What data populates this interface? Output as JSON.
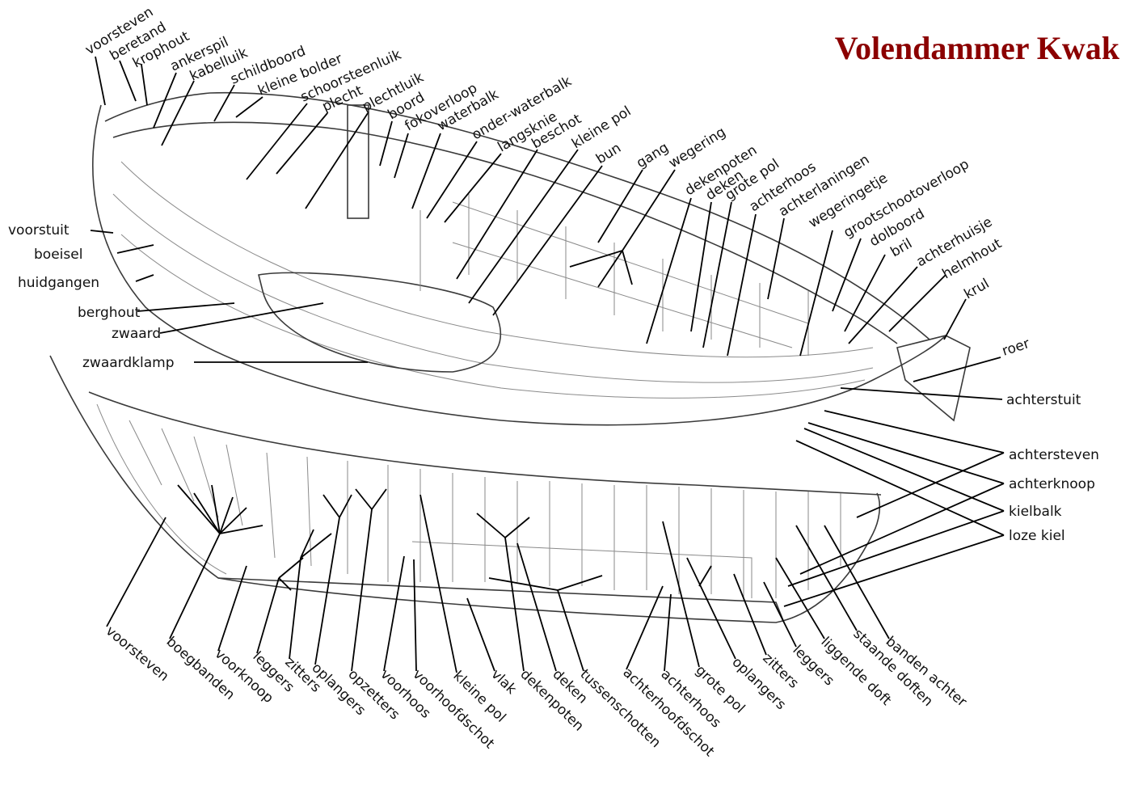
{
  "title": "Volendammer Kwak",
  "colors": {
    "title": "#8b0000",
    "leader": "#000000",
    "hull": "#3a3a3a"
  },
  "labels": {
    "voorsteven_top": "voorsteven",
    "beretand": "beretand",
    "krophout": "krophout",
    "ankerspil": "ankerspil",
    "kabelluik": "kabelluik",
    "schildboord": "schildboord",
    "kleine_bolder": "kleine bolder",
    "schoorsteenluik": "schoorsteenluik",
    "plecht": "plecht",
    "plechtluik": "plechtluik",
    "boord": "boord",
    "fokoverloop": "fokoverloop",
    "waterbalk": "waterbalk",
    "onder_waterbalk": "onder-waterbalk",
    "langsknie": "langsknie",
    "beschot": "beschot",
    "kleine_pol_top": "kleine pol",
    "bun": "bun",
    "gang": "gang",
    "wegering": "wegering",
    "dekenpoten_top": "dekenpoten",
    "deken_top": "deken",
    "grote_pol_top": "grote pol",
    "achterhoos_top": "achterhoos",
    "achterlaningen": "achterlaningen",
    "wegeringetje": "wegeringetje",
    "grootschootoverloop": "grootschootoverloop",
    "dolboord": "dolboord",
    "bril": "bril",
    "achterhuisje": "achterhuisje",
    "helmhout": "helmhout",
    "krul": "krul",
    "voorstuit": "voorstuit",
    "boeisel": "boeisel",
    "huidgangen": "huidgangen",
    "berghout": "berghout",
    "zwaard": "zwaard",
    "zwaardklamp": "zwaardklamp",
    "roer": "roer",
    "achterstuit": "achterstuit",
    "achtersteven": "achtersteven",
    "achterknoop": "achterknoop",
    "kielbalk": "kielbalk",
    "loze_kiel": "loze kiel",
    "voorsteven_bottom": "voorsteven",
    "boegbanden": "boegbanden",
    "voorknoop": "voorknoop",
    "leggers_left": "leggers",
    "zitters_left": "zitters",
    "oplangers_left": "oplangers",
    "opzetters": "opzetters",
    "voorhoos": "voorhoos",
    "voorhoofdschot": "voorhoofdschot",
    "kleine_pol_bottom": "kleine pol",
    "vlak": "vlak",
    "dekenpoten_bottom": "dekenpoten",
    "deken_bottom": "deken",
    "tussenschotten": "tussenschotten",
    "achterhoofdschot": "achterhoofdschot",
    "achterhoos_bottom": "achterhoos",
    "grote_pol_bottom": "grote pol",
    "oplangers_right": "oplangers",
    "zitters_right": "zitters",
    "leggers_right": "leggers",
    "liggende_doft": "liggende doft",
    "staande_doften": "staande doften",
    "banden_achter": "banden achter"
  }
}
